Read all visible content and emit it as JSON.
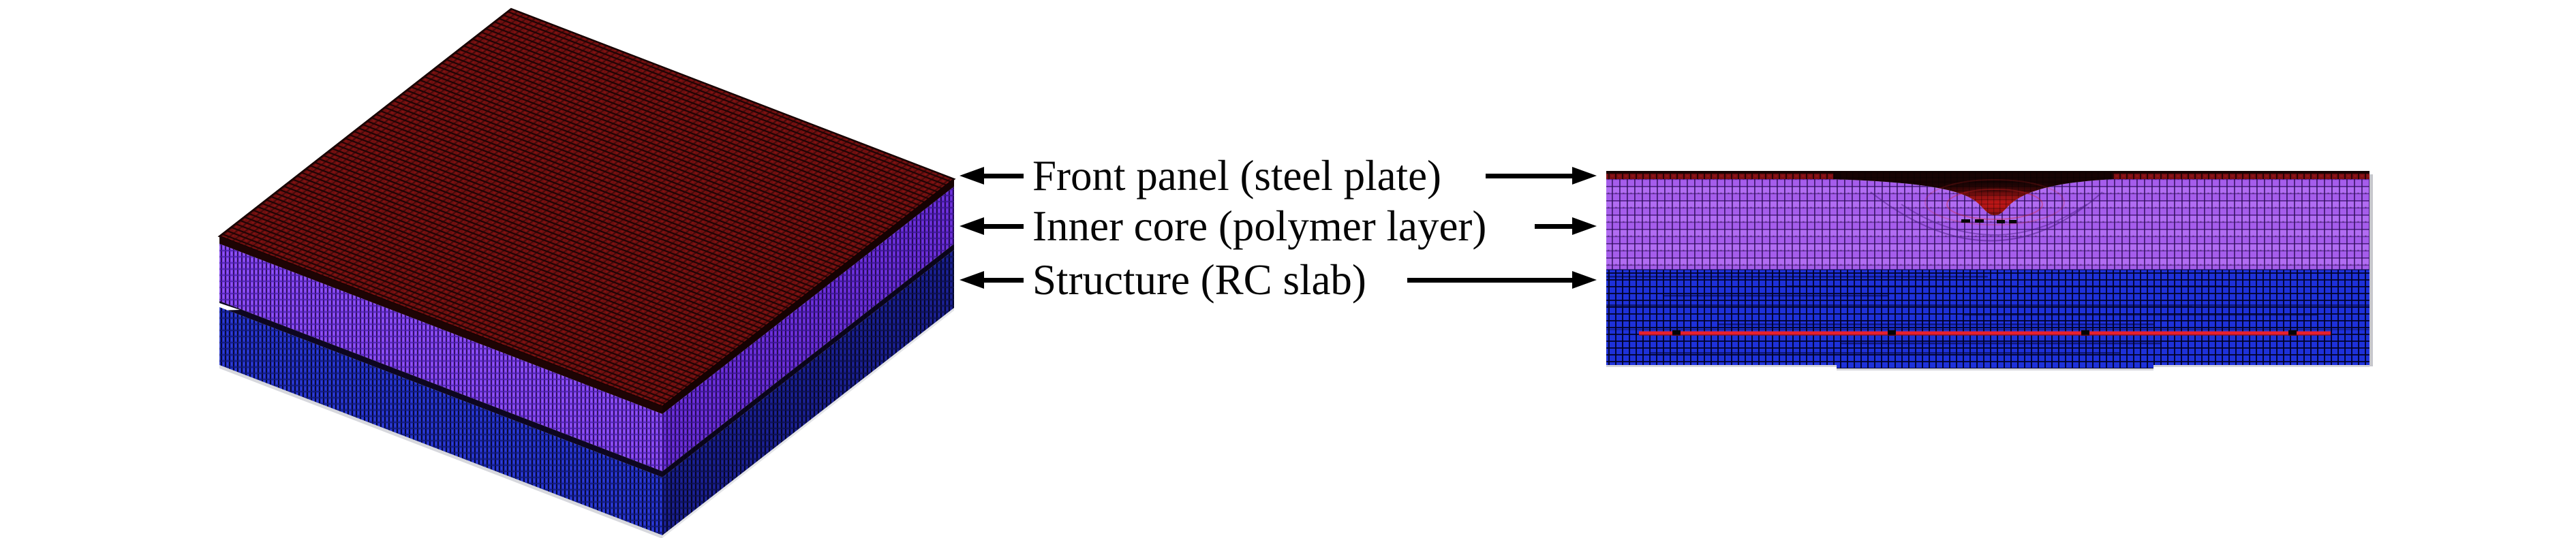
{
  "labels": {
    "front_panel": "Front panel (steel plate)",
    "inner_core": "Inner core (polymer layer)",
    "structure": "Structure (RC slab)"
  },
  "colors": {
    "steel_plate_red": "#6f0f0f",
    "polymer_core_violet": "#a55deb",
    "rc_slab_blue": "#1e31da",
    "rebar_red": "#e8202e",
    "crater_core_red": "#c31717",
    "label_text": "#060606",
    "background": "#ffffff"
  }
}
